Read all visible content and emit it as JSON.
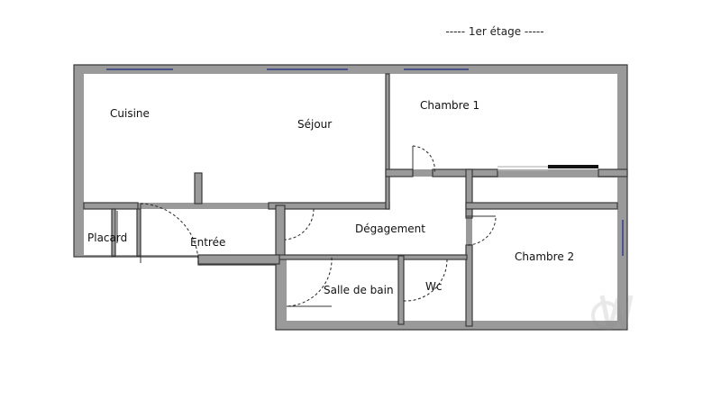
{
  "title": "----- 1er étage -----",
  "rooms": {
    "cuisine": "Cuisine",
    "sejour": "Séjour",
    "chambre1": "Chambre 1",
    "chambre2": "Chambre 2",
    "placard": "Placard",
    "entree": "Entrée",
    "degagement": "Dégagement",
    "salle_de_bain": "Salle de bain",
    "wc": "Wc"
  },
  "colors": {
    "wall_fill": "#9a9a9a",
    "window": "#1a2a7a",
    "background": "#ffffff"
  }
}
